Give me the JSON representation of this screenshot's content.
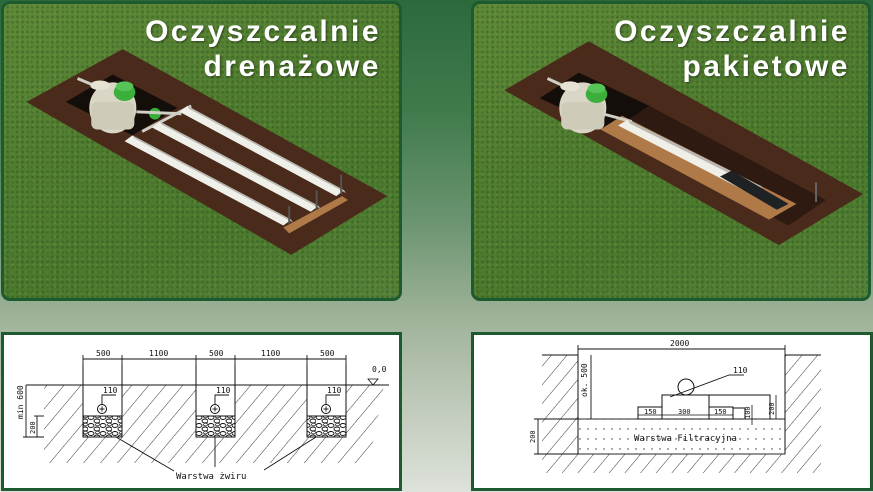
{
  "panels": {
    "left": {
      "title_line1": "Oczyszczalnie",
      "title_line2": "drenażowe",
      "scene": "drainage-field-3d-render"
    },
    "right": {
      "title_line1": "Oczyszczalnie",
      "title_line2": "pakietowe",
      "scene": "package-filter-bed-3d-render"
    }
  },
  "diagrams": {
    "left": {
      "top_dims": [
        "500",
        "1100",
        "500",
        "1100",
        "500"
      ],
      "pipe_label": "110",
      "ground_level": "0,0",
      "depth_label": "min 600",
      "gravel_height": "200",
      "layer_label": "Warstwa żwiru"
    },
    "right": {
      "width_dim": "2000",
      "depth_label": "ok. 500",
      "pipe_label": "110",
      "base_dims": [
        "150",
        "300",
        "150"
      ],
      "step_height": "100",
      "block_height": "200",
      "layer_height": "200",
      "layer_label": "Warstwa Filtracyjna"
    }
  },
  "colors": {
    "frame_border": "#1d5a30",
    "bg_top": "#2c6a3c",
    "bg_bottom": "#dde2da",
    "grass": "#4f7d30",
    "soil": "#4a2a1a",
    "gravel": "#b07a48",
    "pipe": "#e6e6e0",
    "tank": "#d9d6c6",
    "lid": "#3cae3c"
  }
}
